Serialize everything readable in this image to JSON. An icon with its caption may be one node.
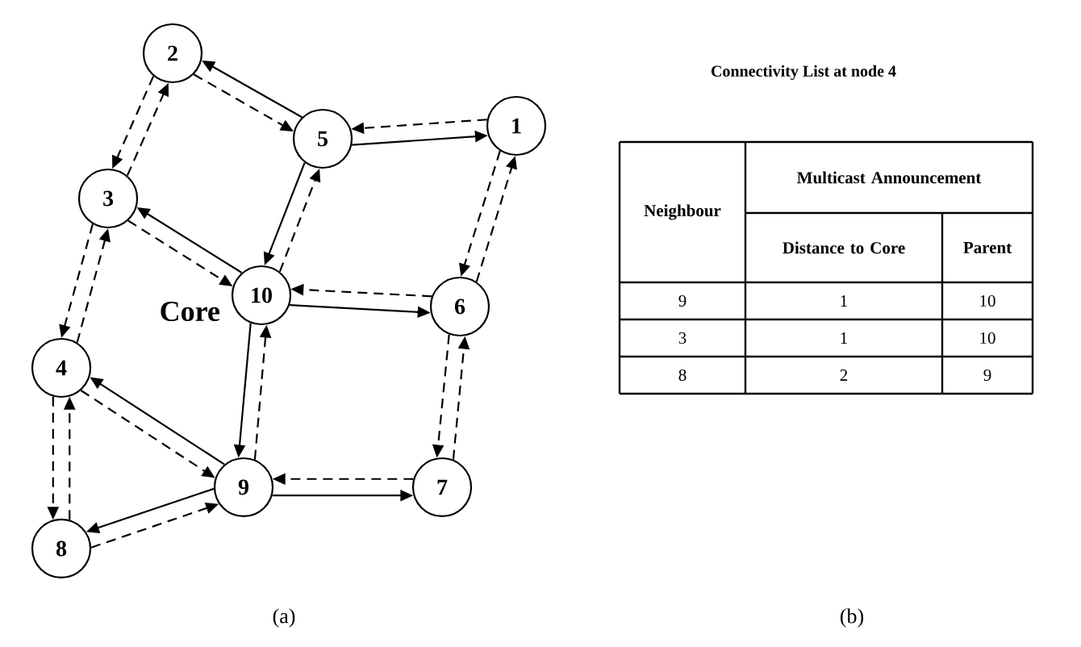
{
  "diagram": {
    "nodes": [
      {
        "text": [
          "2"
        ]
      },
      {
        "text": [
          "5"
        ]
      },
      {
        "text": [
          "1"
        ]
      },
      {
        "text": [
          "3"
        ]
      },
      {
        "text": [
          "10"
        ],
        "beside": [
          "Core"
        ]
      },
      {
        "text": [
          "6"
        ]
      },
      {
        "text": [
          "4"
        ]
      },
      {
        "text": [
          "9"
        ]
      },
      {
        "text": [
          "7"
        ]
      },
      {
        "text": [
          "8"
        ]
      }
    ],
    "edges": [
      {
        "from": 0,
        "to": 1,
        "arrow": "to",
        "style": "dashed"
      },
      {
        "from": 1,
        "to": 0,
        "arrow": "to"
      },
      {
        "from": 1,
        "to": 2,
        "arrow": "to"
      },
      {
        "from": 2,
        "to": 1,
        "arrow": "to",
        "style": "dashed"
      },
      {
        "from": 3,
        "to": 0,
        "arrow": "to",
        "style": "dashed"
      },
      {
        "from": 0,
        "to": 3,
        "arrow": "to",
        "style": "dashed"
      },
      {
        "from": 3,
        "to": 4,
        "arrow": "to",
        "style": "dashed"
      },
      {
        "from": 4,
        "to": 3,
        "arrow": "to"
      },
      {
        "from": 4,
        "to": 1,
        "arrow": "to",
        "style": "dashed"
      },
      {
        "from": 1,
        "to": 4,
        "arrow": "to"
      },
      {
        "from": 5,
        "to": 2,
        "arrow": "to",
        "style": "dashed"
      },
      {
        "from": 2,
        "to": 5,
        "arrow": "to",
        "style": "dashed"
      },
      {
        "from": 4,
        "to": 5,
        "arrow": "to"
      },
      {
        "from": 5,
        "to": 4,
        "arrow": "to",
        "style": "dashed"
      },
      {
        "from": 6,
        "to": 3,
        "arrow": "to",
        "style": "dashed"
      },
      {
        "from": 3,
        "to": 6,
        "arrow": "to",
        "style": "dashed"
      },
      {
        "from": 4,
        "to": 7,
        "arrow": "to"
      },
      {
        "from": 7,
        "to": 4,
        "arrow": "to",
        "style": "dashed"
      },
      {
        "from": 8,
        "to": 5,
        "arrow": "to",
        "style": "dashed"
      },
      {
        "from": 5,
        "to": 8,
        "arrow": "to",
        "style": "dashed"
      },
      {
        "from": 7,
        "to": 6,
        "arrow": "to"
      },
      {
        "from": 6,
        "to": 7,
        "arrow": "to",
        "style": "dashed"
      },
      {
        "from": 7,
        "to": 8,
        "arrow": "to"
      },
      {
        "from": 8,
        "to": 7,
        "arrow": "to",
        "style": "dashed"
      },
      {
        "from": 9,
        "to": 6,
        "arrow": "to",
        "style": "dashed"
      },
      {
        "from": 6,
        "to": 9,
        "arrow": "to",
        "style": "dashed"
      },
      {
        "from": 7,
        "to": 9,
        "arrow": "to"
      },
      {
        "from": 9,
        "to": 7,
        "arrow": "to",
        "style": "dashed"
      }
    ],
    "labels": [
      "(a)",
      "(b)",
      "Connectivity List at node 4",
      "Neighbour",
      "Multicast Announcement",
      "Distance to Core",
      "Parent",
      "9",
      "1",
      "10",
      "3",
      "1",
      "10",
      "8",
      "2",
      "9"
    ]
  }
}
